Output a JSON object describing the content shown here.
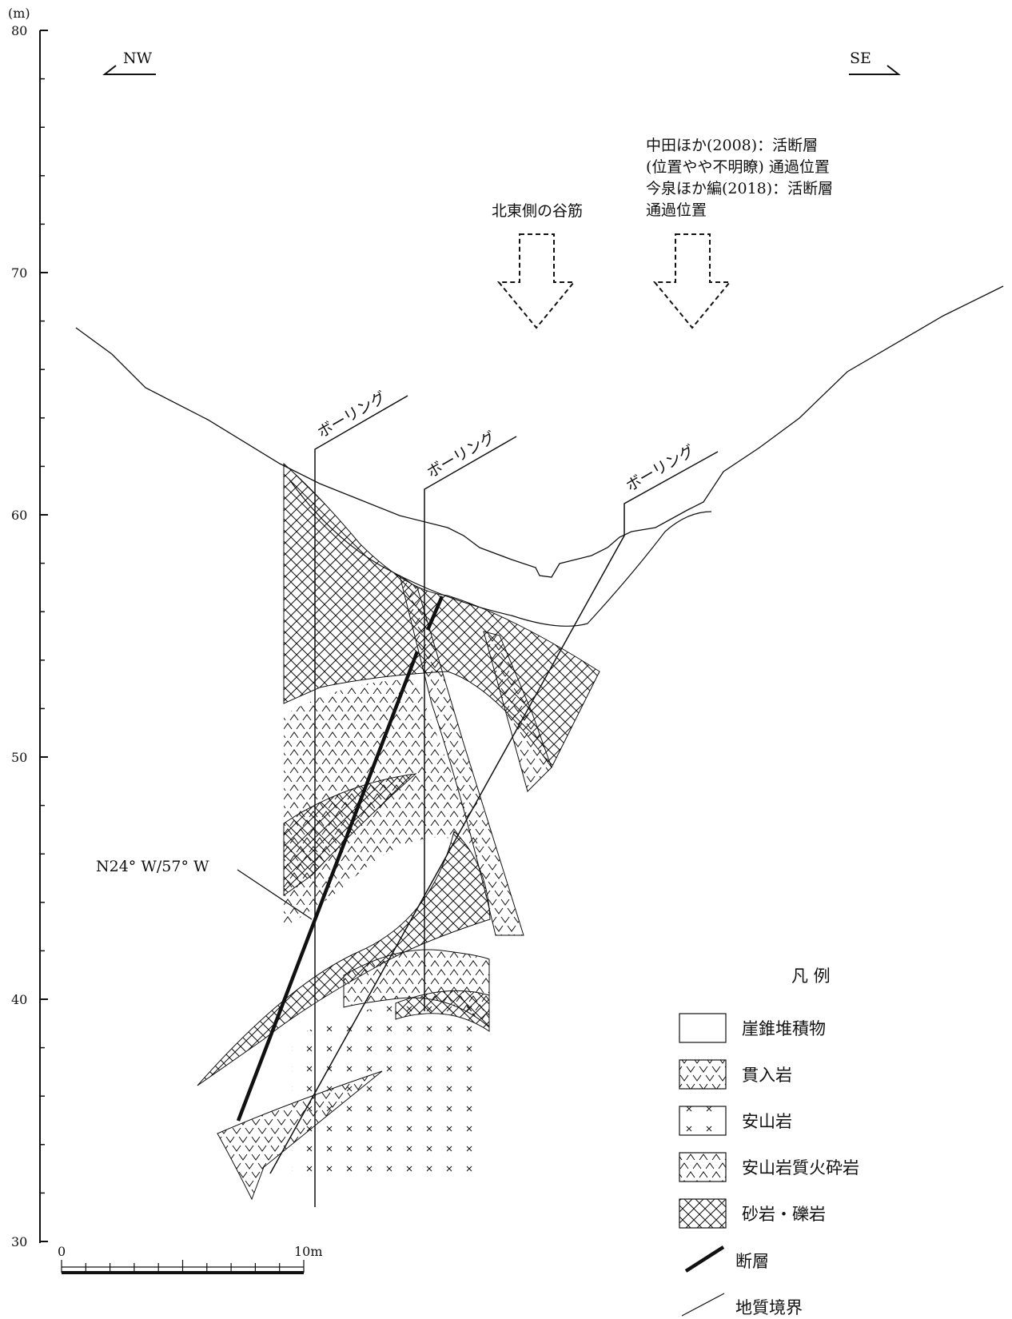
{
  "axis": {
    "unit": "(m)",
    "ticks": [
      "80",
      "70",
      "60",
      "50",
      "40",
      "30"
    ]
  },
  "direction": {
    "left": "NW",
    "right": "SE"
  },
  "annotations": {
    "valley": "北東側の谷筋",
    "fault_lines": [
      "中田ほか(2008)：活断層",
      "(位置やや不明瞭) 通過位置",
      "今泉ほか編(2018)：活断層",
      "通過位置"
    ],
    "strike_dip": "N24° W/57° W"
  },
  "borings": [
    "ボーリング",
    "ボーリング",
    "ボーリング"
  ],
  "scale": {
    "start": "0",
    "end": "10m"
  },
  "legend": {
    "title": "凡 例",
    "items": [
      {
        "label": "崖錐堆積物",
        "pattern": "talus"
      },
      {
        "label": "貫入岩",
        "pattern": "intrusive"
      },
      {
        "label": "安山岩",
        "pattern": "andesite"
      },
      {
        "label": "安山岩質火砕岩",
        "pattern": "pyroclastic"
      },
      {
        "label": "砂岩・礫岩",
        "pattern": "sandstone"
      },
      {
        "label": "断層",
        "pattern": "fault"
      },
      {
        "label": "地質境界",
        "pattern": "boundary"
      }
    ]
  },
  "colors": {
    "ink": "#111111",
    "paper": "#ffffff"
  }
}
